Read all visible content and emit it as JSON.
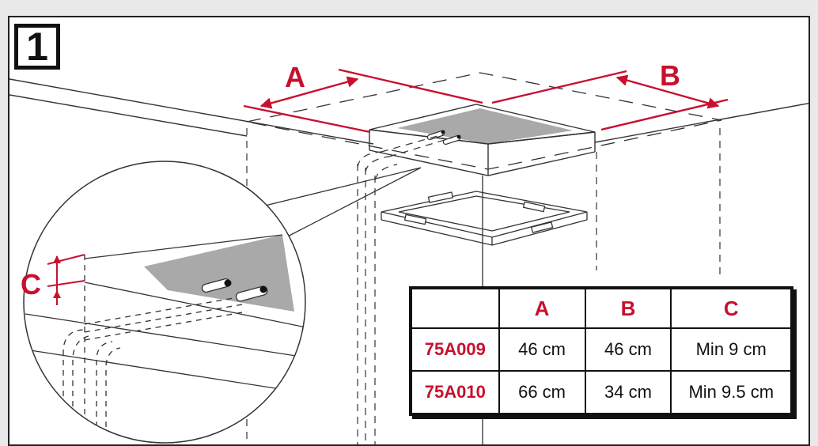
{
  "step": {
    "number": "1"
  },
  "dimension_labels": {
    "a": "A",
    "b": "B",
    "c": "C"
  },
  "colors": {
    "accent": "#c8102e",
    "line": "#333333",
    "panel": "#a9a9a9"
  },
  "table": {
    "headers": [
      "",
      "A",
      "B",
      "C"
    ],
    "rows": [
      {
        "model": "75A009",
        "a": "46 cm",
        "b": "46 cm",
        "c": "Min 9 cm"
      },
      {
        "model": "75A010",
        "a": "66 cm",
        "b": "34 cm",
        "c": "Min 9.5 cm"
      }
    ]
  }
}
